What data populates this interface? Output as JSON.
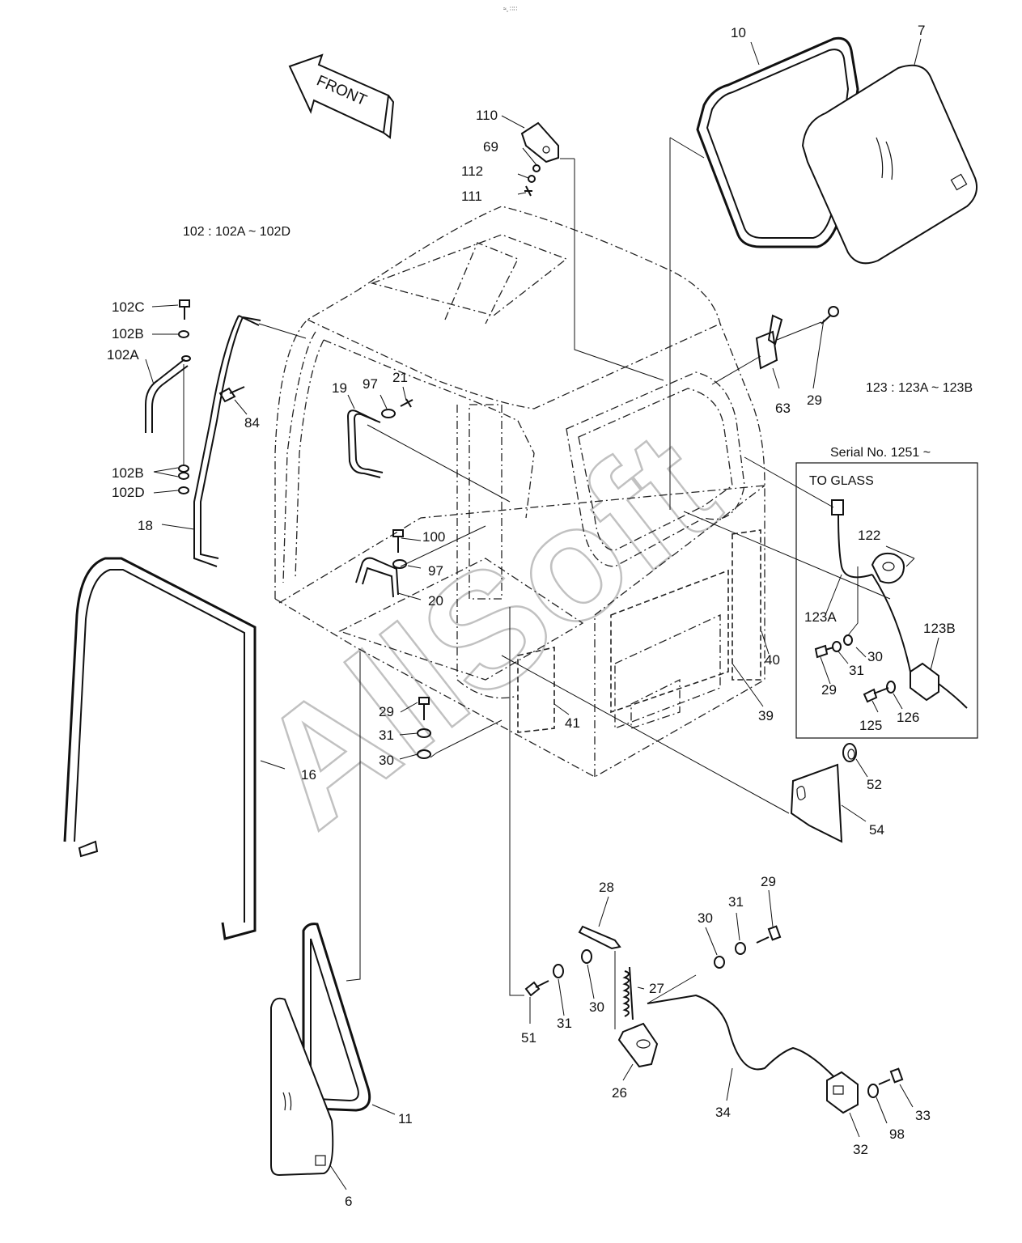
{
  "header_mark": "≈ˬ ∷∷",
  "front_arrow_label": "FRONT",
  "notes": {
    "group_102": "102 : 102A ~ 102D",
    "group_123": "123 : 123A ~ 123B",
    "serial": "Serial No. 1251 ~",
    "to_glass": "TO GLASS"
  },
  "watermark": "AllSoft",
  "callouts": [
    {
      "id": "c-10",
      "text": "10"
    },
    {
      "id": "c-7",
      "text": "7"
    },
    {
      "id": "c-110",
      "text": "110"
    },
    {
      "id": "c-69",
      "text": "69"
    },
    {
      "id": "c-112",
      "text": "112"
    },
    {
      "id": "c-111",
      "text": "111"
    },
    {
      "id": "c-102c",
      "text": "102C"
    },
    {
      "id": "c-102b-top",
      "text": "102B"
    },
    {
      "id": "c-102a",
      "text": "102A"
    },
    {
      "id": "c-84",
      "text": "84"
    },
    {
      "id": "c-19",
      "text": "19"
    },
    {
      "id": "c-97-top",
      "text": "97"
    },
    {
      "id": "c-21",
      "text": "21"
    },
    {
      "id": "c-102b-bot",
      "text": "102B"
    },
    {
      "id": "c-102d",
      "text": "102D"
    },
    {
      "id": "c-18",
      "text": "18"
    },
    {
      "id": "c-100",
      "text": "100"
    },
    {
      "id": "c-97-mid",
      "text": "97"
    },
    {
      "id": "c-20",
      "text": "20"
    },
    {
      "id": "c-63",
      "text": "63"
    },
    {
      "id": "c-29-top",
      "text": "29"
    },
    {
      "id": "c-122",
      "text": "122"
    },
    {
      "id": "c-123a",
      "text": "123A"
    },
    {
      "id": "c-123b",
      "text": "123B"
    },
    {
      "id": "c-30-right",
      "text": "30"
    },
    {
      "id": "c-31-right",
      "text": "31"
    },
    {
      "id": "c-29-right",
      "text": "29"
    },
    {
      "id": "c-125",
      "text": "125"
    },
    {
      "id": "c-126",
      "text": "126"
    },
    {
      "id": "c-40",
      "text": "40"
    },
    {
      "id": "c-39",
      "text": "39"
    },
    {
      "id": "c-41",
      "text": "41"
    },
    {
      "id": "c-29-left",
      "text": "29"
    },
    {
      "id": "c-31-left",
      "text": "31"
    },
    {
      "id": "c-30-left",
      "text": "30"
    },
    {
      "id": "c-16",
      "text": "16"
    },
    {
      "id": "c-52",
      "text": "52"
    },
    {
      "id": "c-54",
      "text": "54"
    },
    {
      "id": "c-28",
      "text": "28"
    },
    {
      "id": "c-29-bot",
      "text": "29"
    },
    {
      "id": "c-31-bot",
      "text": "31"
    },
    {
      "id": "c-30-bot",
      "text": "30"
    },
    {
      "id": "c-27",
      "text": "27"
    },
    {
      "id": "c-30-bot2",
      "text": "30"
    },
    {
      "id": "c-31-bot2",
      "text": "31"
    },
    {
      "id": "c-51",
      "text": "51"
    },
    {
      "id": "c-26",
      "text": "26"
    },
    {
      "id": "c-34",
      "text": "34"
    },
    {
      "id": "c-33",
      "text": "33"
    },
    {
      "id": "c-98",
      "text": "98"
    },
    {
      "id": "c-32",
      "text": "32"
    },
    {
      "id": "c-11",
      "text": "11"
    },
    {
      "id": "c-6",
      "text": "6"
    }
  ]
}
